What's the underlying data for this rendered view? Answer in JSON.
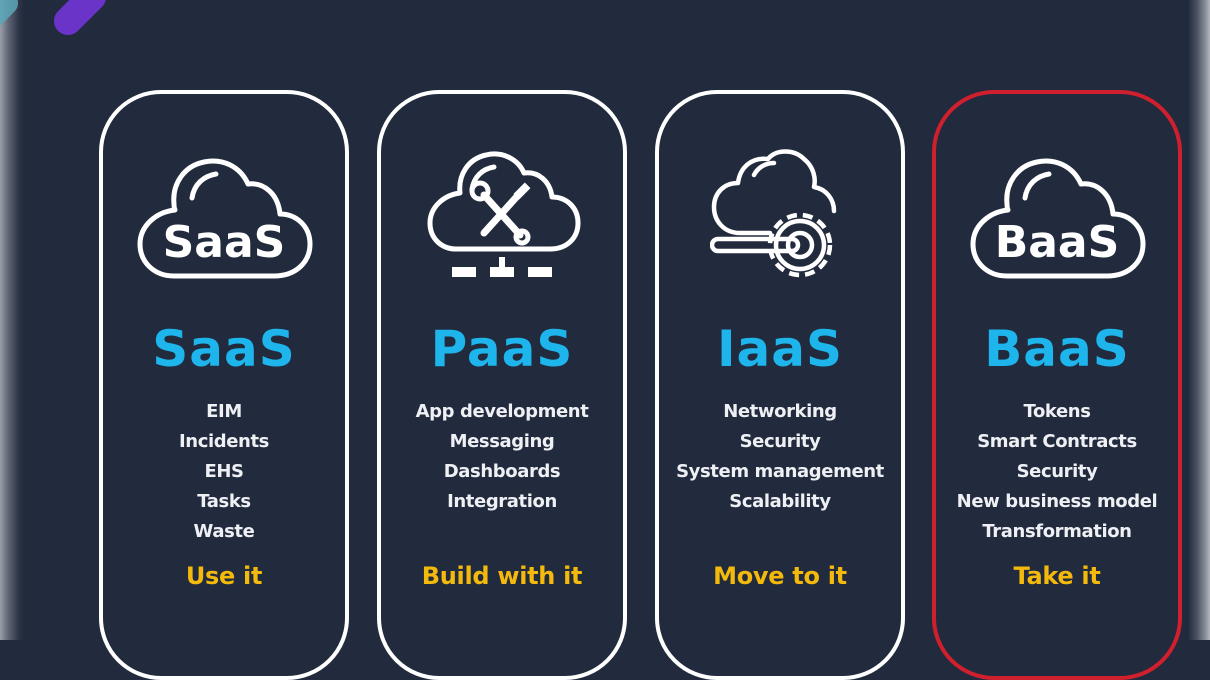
{
  "colors": {
    "background": "#222a3d",
    "card_border": "#ffffff",
    "highlight_border": "#d01f2d",
    "title": "#1db5ec",
    "tagline": "#f3b90c",
    "item_text": "#eef0f4"
  },
  "cards": [
    {
      "icon": "cloud-saas-icon",
      "icon_text": "SaaS",
      "title": "SaaS",
      "items": [
        "EIM",
        "Incidents",
        "EHS",
        "Tasks",
        "Waste"
      ],
      "tagline": "Use it",
      "highlighted": false
    },
    {
      "icon": "cloud-tools-network-icon",
      "title": "PaaS",
      "items": [
        "App development",
        "Messaging",
        "Dashboards",
        "Integration"
      ],
      "tagline": "Build with it",
      "highlighted": false
    },
    {
      "icon": "cloud-gear-icon",
      "title": "IaaS",
      "items": [
        "Networking",
        "Security",
        "System management",
        "Scalability"
      ],
      "tagline": "Move to it",
      "highlighted": false
    },
    {
      "icon": "cloud-baas-icon",
      "icon_text": "BaaS",
      "title": "BaaS",
      "items": [
        "Tokens",
        "Smart Contracts",
        "Security",
        "New business model",
        "Transformation"
      ],
      "tagline": "Take it",
      "highlighted": true
    }
  ]
}
